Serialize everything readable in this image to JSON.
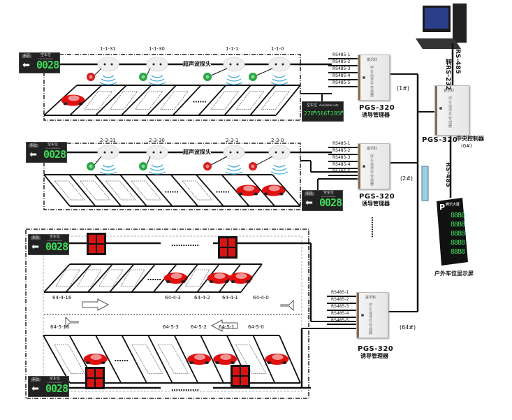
{
  "entry_sign": {
    "zone": "东区",
    "title": "空车位",
    "subtitle": "Lots Available",
    "count": "0028",
    "arrow_icon": "arrow-left"
  },
  "lot_sign": {
    "title": "空车位",
    "subtitle": "Available Lots",
    "left": "278",
    "straight": "566",
    "right": "285"
  },
  "sensor_caption": "超声波探头",
  "zones": [
    {
      "sensor_labels": [
        "1-1-31",
        "1-1-30",
        "1-1-1",
        "1-1-0"
      ],
      "indicator_states": [
        "red",
        "green",
        "green",
        "green"
      ]
    },
    {
      "sensor_labels": [
        "2-3-31",
        "2-3-30",
        "2-3-1",
        "2-3-0"
      ],
      "indicator_states": [
        "green",
        "green",
        "red",
        "red"
      ]
    }
  ],
  "zone3": {
    "top_row_labels": [
      "64-4-16",
      "64-4-3",
      "64-4-2",
      "64-4-1",
      "64-4-0"
    ],
    "bottom_row_labels": [
      "64-5-16",
      "64-5-3",
      "64-5-2",
      "64-5-1",
      "64-5-0"
    ]
  },
  "ellipsis": "…",
  "rs485_ports": [
    "RS485-1",
    "RS485-2",
    "RS485-3",
    "RS485-4",
    "RS485-5"
  ],
  "controller_brand": "富讯科",
  "controller_panel_text": "停车场诱导管理器",
  "controllers": [
    {
      "id": "(1#)",
      "model": "PGS-320",
      "name": "诱导管理器"
    },
    {
      "id": "(2#)",
      "model": "PGS-320",
      "name": "诱导管理器"
    },
    {
      "id": "(64#)",
      "model": "PGS-320",
      "name": "诱导管理器"
    }
  ],
  "central": {
    "model": "PGS-320",
    "name": "中央控制器",
    "id": "(0#)"
  },
  "links": {
    "pc_converter": "转RS-232",
    "pc_bus": "RS-485",
    "display_bus": "RS-485"
  },
  "outdoor_display": {
    "label": "户外车位显示屏",
    "header": "腾讯大厦",
    "digits": "8888"
  },
  "colors": {
    "indicator_red": "#d81e1e",
    "indicator_green": "#27a844",
    "led_green": "#3ddc5a",
    "car": "#e01010",
    "wave": "#3aa9d9"
  }
}
